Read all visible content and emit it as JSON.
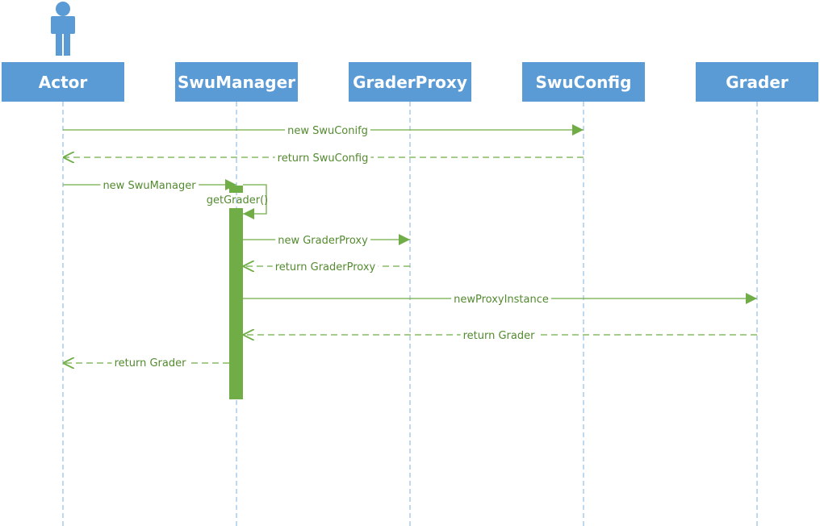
{
  "colors": {
    "box_fill": "#5b9bd5",
    "lifeline": "#9dc3e6",
    "message": "#70ad47",
    "activation": "#70ad47",
    "label": "#538a2f"
  },
  "actor_icon": "person-icon",
  "participants": [
    {
      "id": "actor",
      "label": "Actor"
    },
    {
      "id": "swumanager",
      "label": "SwuManager"
    },
    {
      "id": "graderproxy",
      "label": "GraderProxy"
    },
    {
      "id": "swuconfig",
      "label": "SwuConfig"
    },
    {
      "id": "grader",
      "label": "Grader"
    }
  ],
  "messages": [
    {
      "from": "actor",
      "to": "swuconfig",
      "label": "new  SwuConifg",
      "kind": "call"
    },
    {
      "from": "swuconfig",
      "to": "actor",
      "label": "return  SwuConfig",
      "kind": "return"
    },
    {
      "from": "actor",
      "to": "swumanager",
      "label": "new  SwuManager",
      "kind": "call"
    },
    {
      "from": "swumanager",
      "to": "swumanager",
      "label": "getGrader()",
      "kind": "self"
    },
    {
      "from": "swumanager",
      "to": "graderproxy",
      "label": "new  GraderProxy",
      "kind": "call"
    },
    {
      "from": "graderproxy",
      "to": "swumanager",
      "label": "return  GraderProxy",
      "kind": "return"
    },
    {
      "from": "swumanager",
      "to": "grader",
      "label": "newProxyInstance",
      "kind": "call"
    },
    {
      "from": "grader",
      "to": "swumanager",
      "label": "return  Grader",
      "kind": "return"
    },
    {
      "from": "swumanager",
      "to": "actor",
      "label": "return  Grader",
      "kind": "return"
    }
  ]
}
